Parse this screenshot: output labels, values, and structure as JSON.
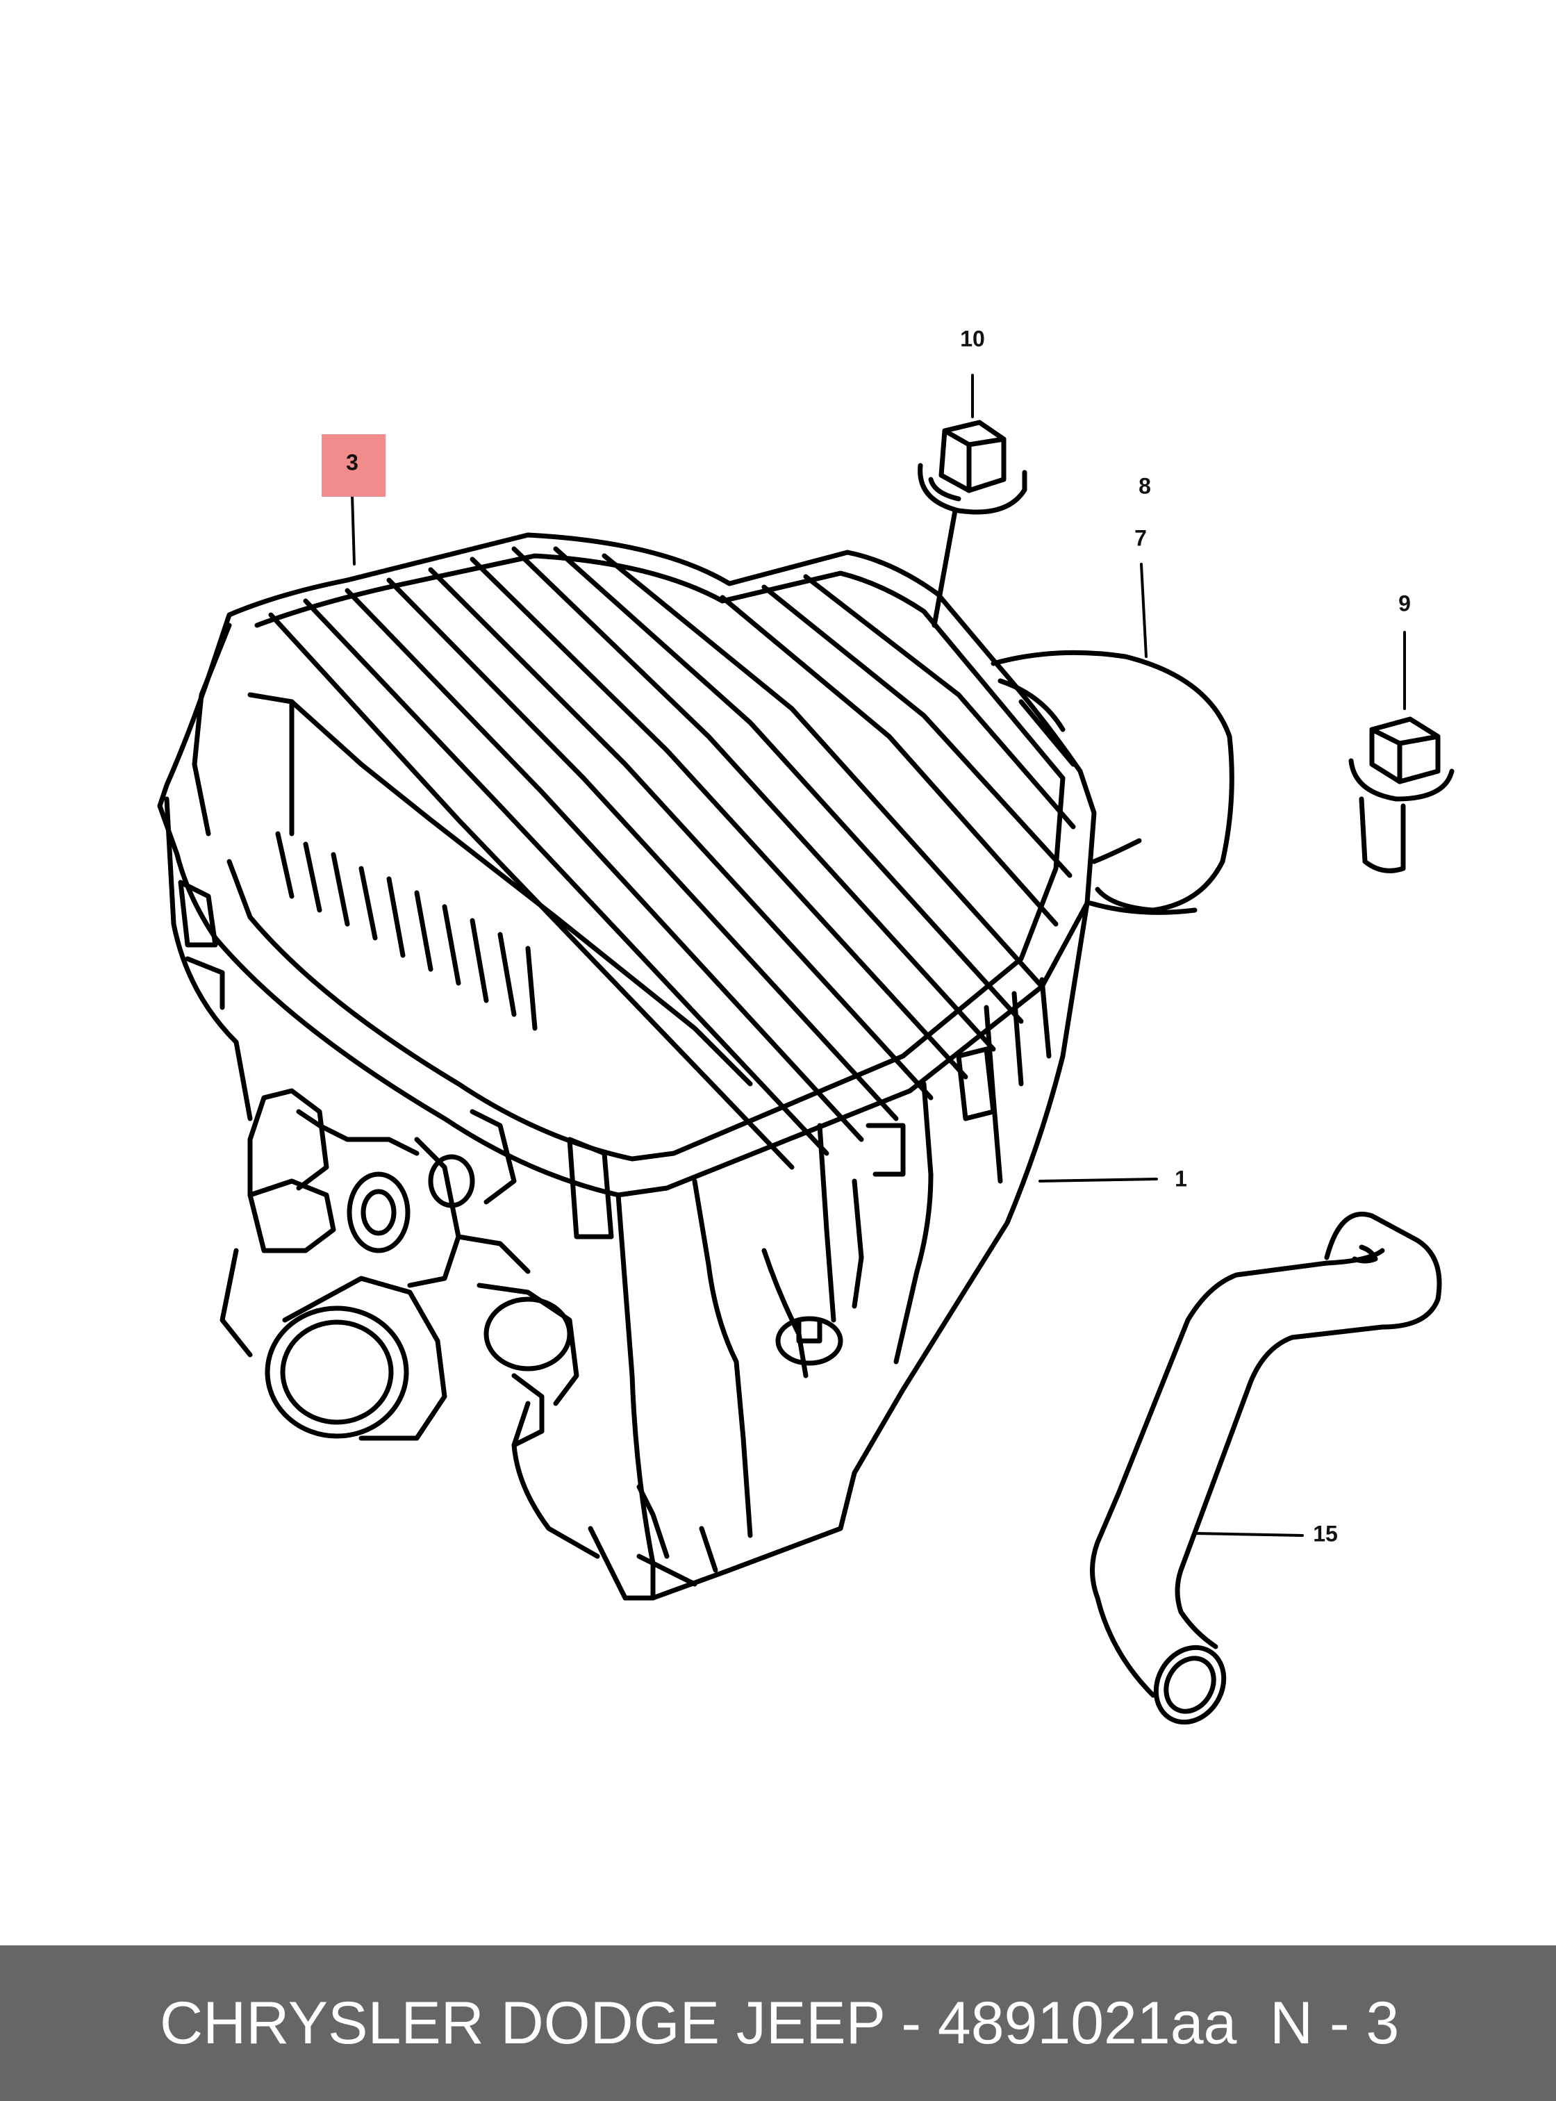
{
  "callouts": {
    "c1": "1",
    "c3": "3",
    "c7": "7",
    "c8": "8",
    "c9": "9",
    "c10": "10",
    "c15": "15"
  },
  "highlight_color": "#f28b8b",
  "footer": {
    "part_text": "CHRYSLER DODGE JEEP - 4891021aa",
    "page_text": "N - 3",
    "background": "#666666"
  }
}
